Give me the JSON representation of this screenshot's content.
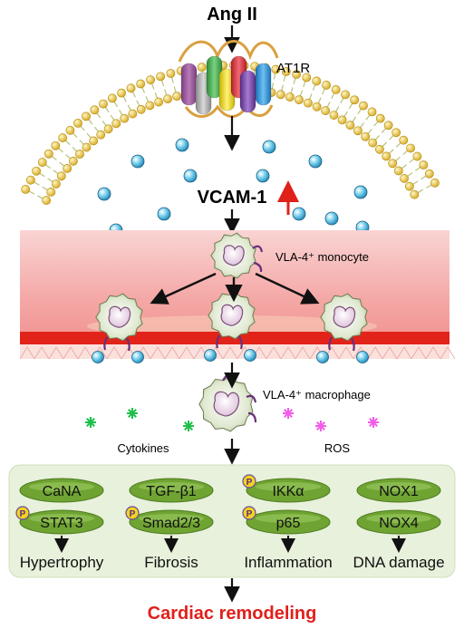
{
  "top": {
    "ligand": "Ang II",
    "receptor": "AT1R"
  },
  "adhesion": {
    "molecule": "VCAM-1",
    "monocyte_label": "VLA-4⁺ monocyte",
    "macrophage_label": "VLA-4⁺ macrophage"
  },
  "mediators": {
    "left": "Cytokines",
    "right": "ROS"
  },
  "pathways": [
    {
      "top_node": "CaNA",
      "bottom_node": "STAT3",
      "bottom_phospho": true,
      "outcome": "Hypertrophy"
    },
    {
      "top_node": "TGF-β1",
      "bottom_node": "Smad2/3",
      "bottom_phospho": true,
      "outcome": "Fibrosis"
    },
    {
      "top_node": "IKKα",
      "top_phospho": true,
      "bottom_node": "p65",
      "bottom_phospho": true,
      "outcome": "Inflammation"
    },
    {
      "top_node": "NOX1",
      "bottom_node": "NOX4",
      "outcome": "DNA damage"
    }
  ],
  "phospho_symbol": "P",
  "result": "Cardiac remodeling",
  "colors": {
    "node_green": "#6fa332",
    "panel_green": "#e8f1dc",
    "result_red": "#e0201b",
    "vessel_red": "#e5484d",
    "arrow_up": "#e0201b"
  }
}
